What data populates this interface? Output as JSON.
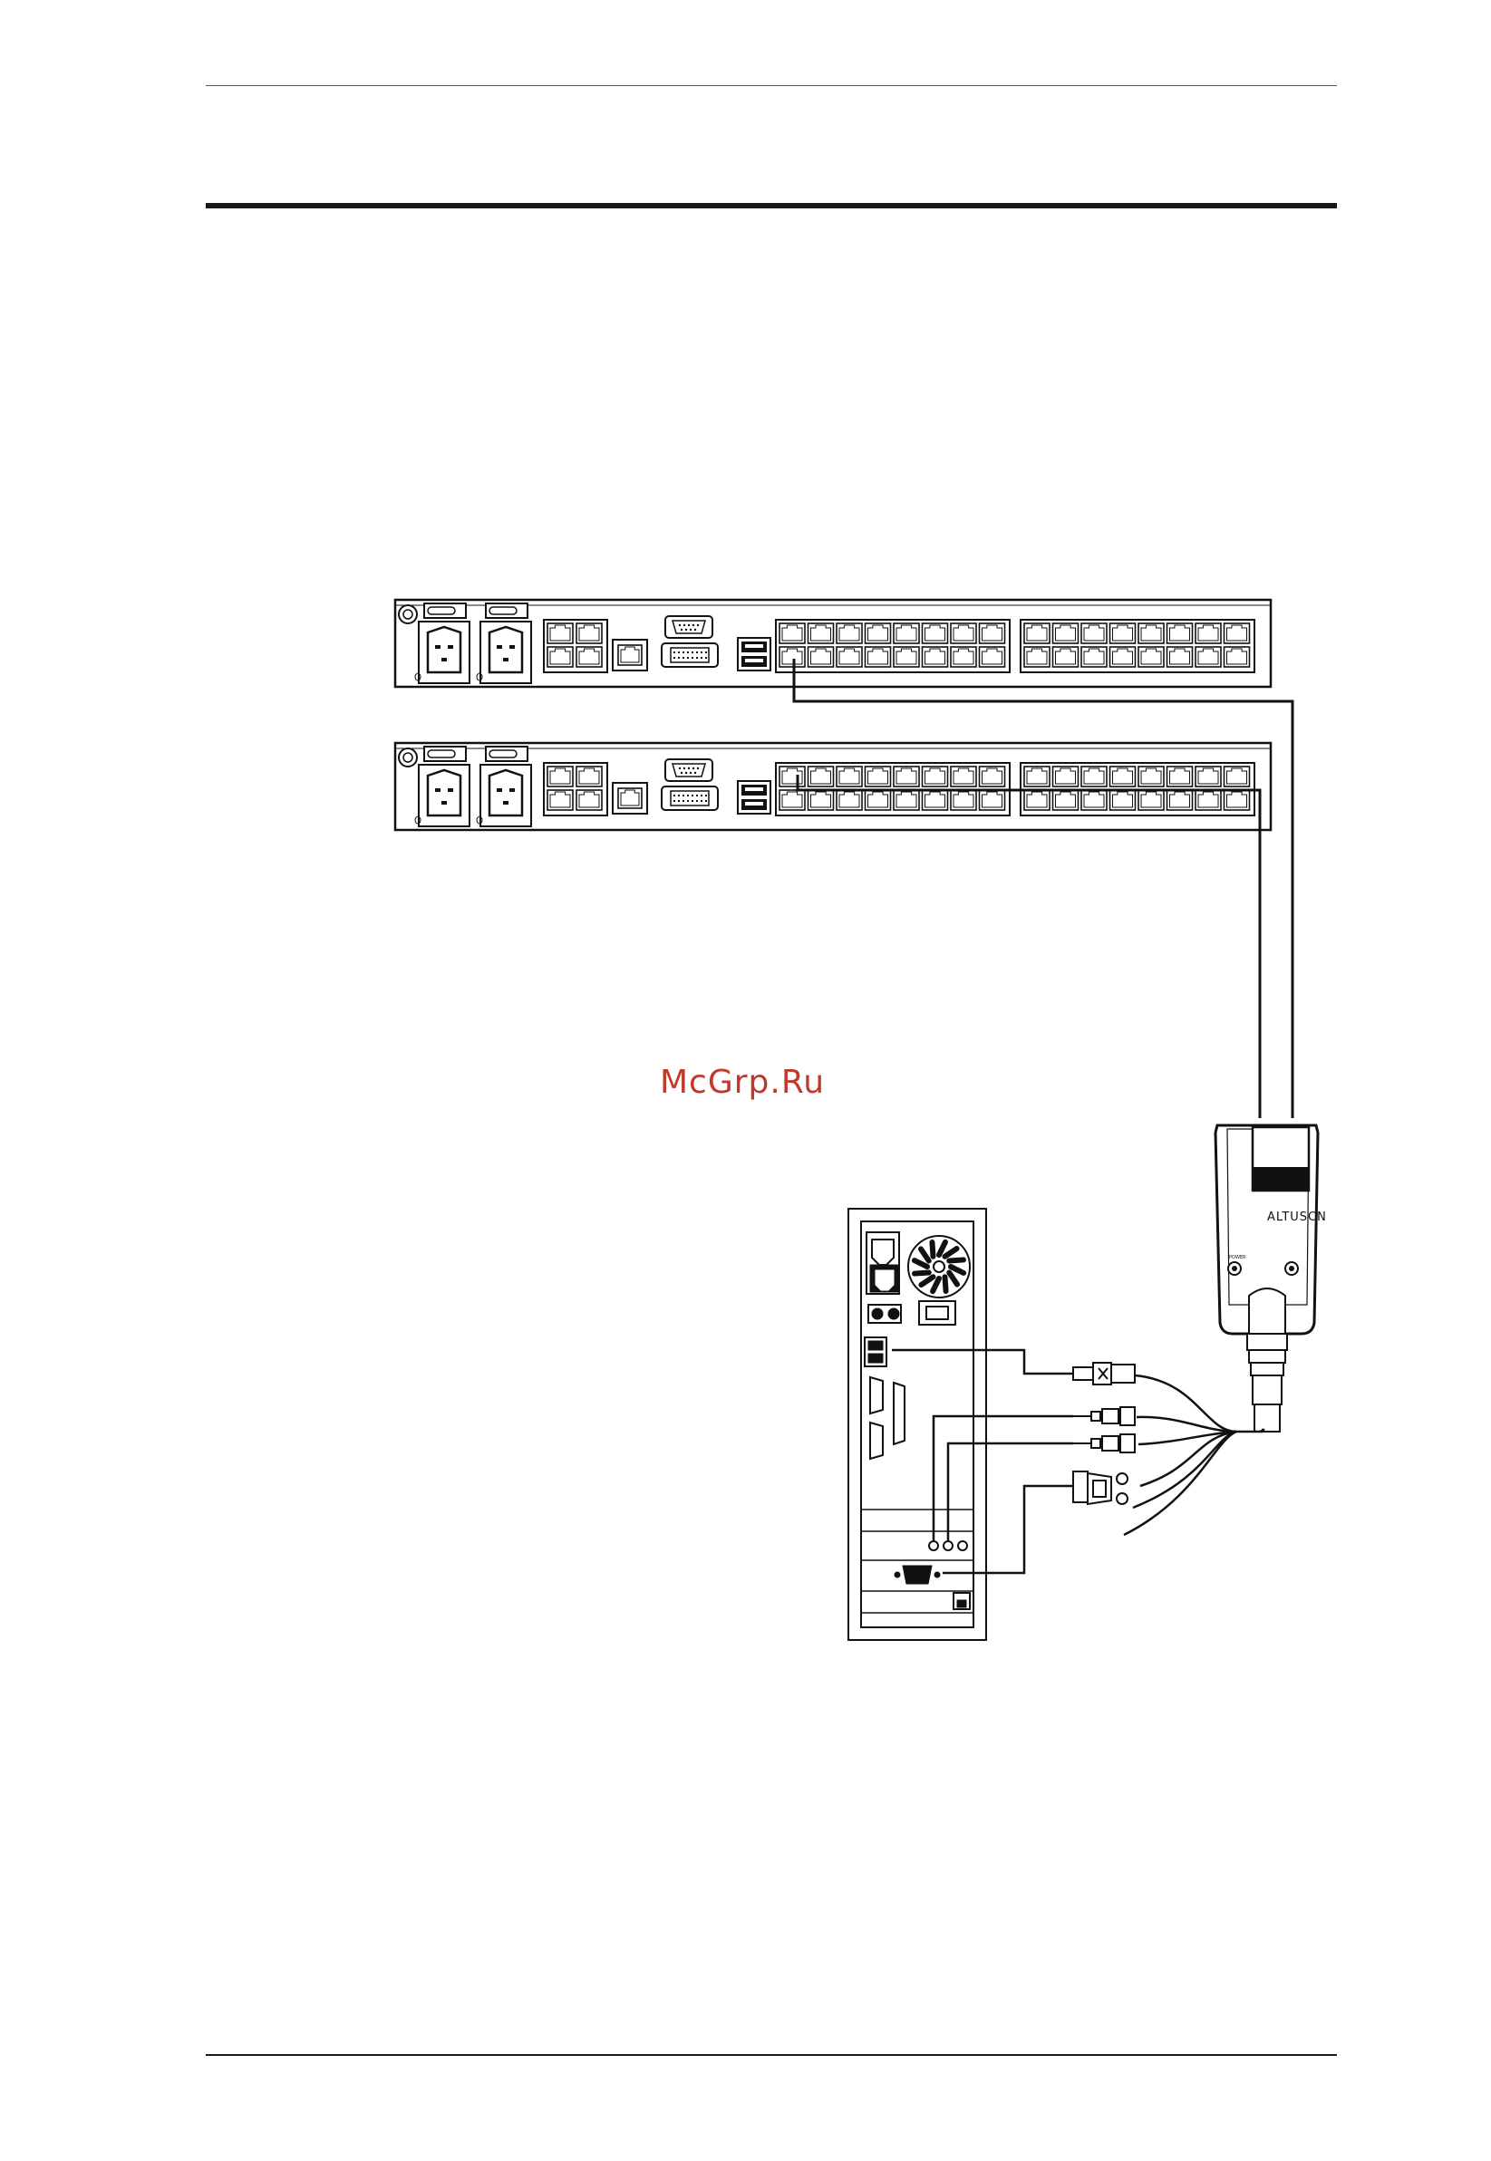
{
  "watermark": {
    "text": "McGrp.Ru",
    "color": "#c0392b"
  },
  "adapter": {
    "logo": "ALTUSCN",
    "power_label": "POWER",
    "logo_kind": "brand-logo"
  },
  "colors": {
    "line": "#111111",
    "background": "#ffffff"
  },
  "icons": [
    "kvm-switch-rear-panel",
    "rj45-port",
    "power-socket",
    "vga-port",
    "dvi-port",
    "usb-port",
    "kvm-adapter",
    "computer-tower",
    "usb-connector",
    "audio-jack",
    "vga-connector"
  ]
}
